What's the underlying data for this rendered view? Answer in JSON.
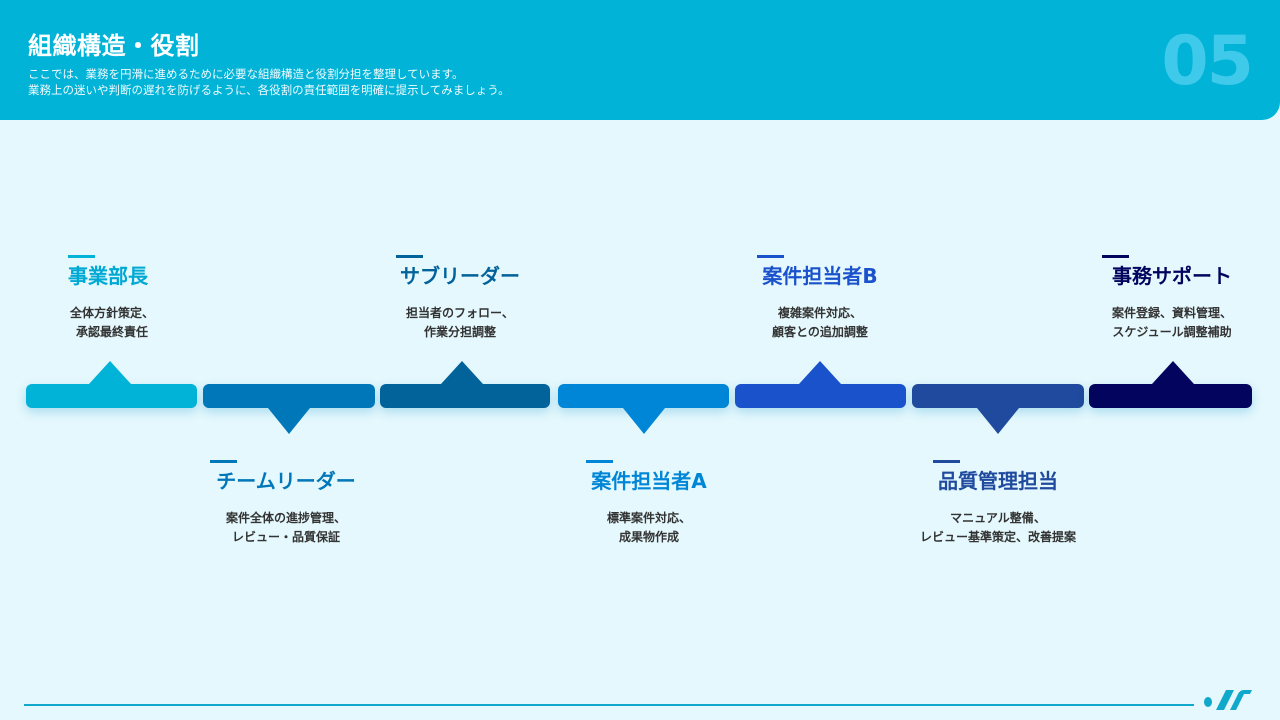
{
  "header": {
    "title": "組織構造・役割",
    "description_lines": [
      "ここでは、業務を円滑に進めるために必要な組織構造と役割分担を整理しています。",
      "業務上の迷いや判断の遅れを防げるように、各役割の責任範囲を明確に提示してみましょう。"
    ],
    "section_number": "05"
  },
  "roles": [
    {
      "title": "事業部長",
      "desc1": "全体方針策定、",
      "desc2": "承認最終責任",
      "color": "#00b3d7",
      "position": "top"
    },
    {
      "title": "チームリーダー",
      "desc1": "案件全体の進捗管理、",
      "desc2": "レビュー・品質保証",
      "color": "#0077b8",
      "position": "bottom"
    },
    {
      "title": "サブリーダー",
      "desc1": "担当者のフォロー、",
      "desc2": "作業分担調整",
      "color": "#02639a",
      "position": "top"
    },
    {
      "title": "案件担当者A",
      "desc1": "標準案件対応、",
      "desc2": "成果物作成",
      "color": "#0086d6",
      "position": "bottom"
    },
    {
      "title": "案件担当者B",
      "desc1": "複雑案件対応、",
      "desc2": "顧客との追加調整",
      "color": "#1a52cc",
      "position": "top"
    },
    {
      "title": "品質管理担当",
      "desc1": "マニュアル整備、",
      "desc2": "レビュー基準策定、改善提案",
      "color": "#1f4a9e",
      "position": "bottom"
    },
    {
      "title": "事務サポート",
      "desc1": "案件登録、資料管理、",
      "desc2": "スケジュール調整補助",
      "color": "#03045e",
      "position": "top"
    }
  ],
  "footer": {
    "logo": "logo-mark"
  }
}
